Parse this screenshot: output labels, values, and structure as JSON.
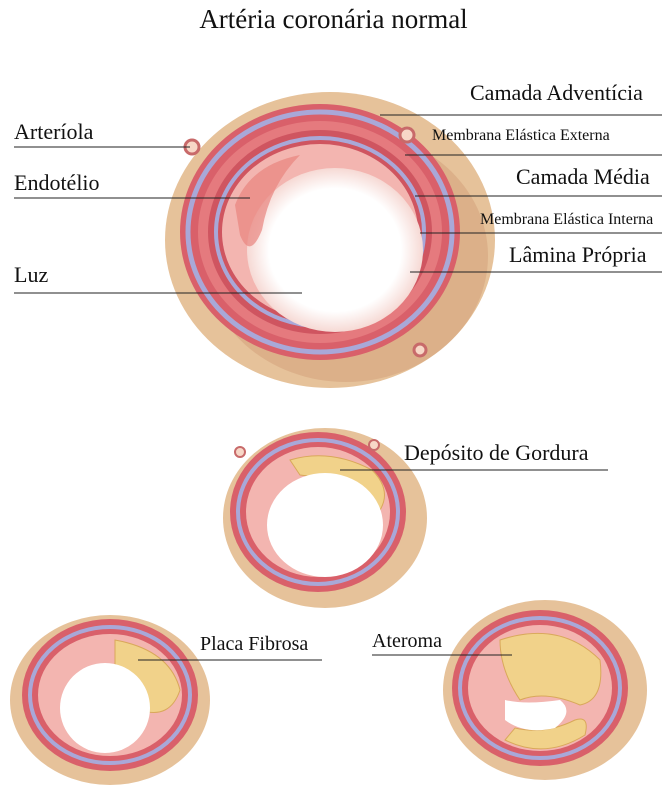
{
  "title": "Artéria coronária normal",
  "labels": {
    "adventicia": "Camada Adventícia",
    "arteriola": "Arteríola",
    "mee": "Membrana Elástica Externa",
    "endotelio": "Endotélio",
    "media": "Camada Média",
    "mei": "Membrana Elástica Interna",
    "lamina": "Lâmina Própria",
    "luz": "Luz",
    "gordura": "Depósito de Gordura",
    "placa": "Placa Fibrosa",
    "ateroma": "Ateroma"
  },
  "colors": {
    "adventitia": "#e8c7a0",
    "media": "#d9606a",
    "elastic": "#a9a8d8",
    "intima": "#f3b5b0",
    "lumen": "#ffffff",
    "fat": "#f1d28a"
  }
}
